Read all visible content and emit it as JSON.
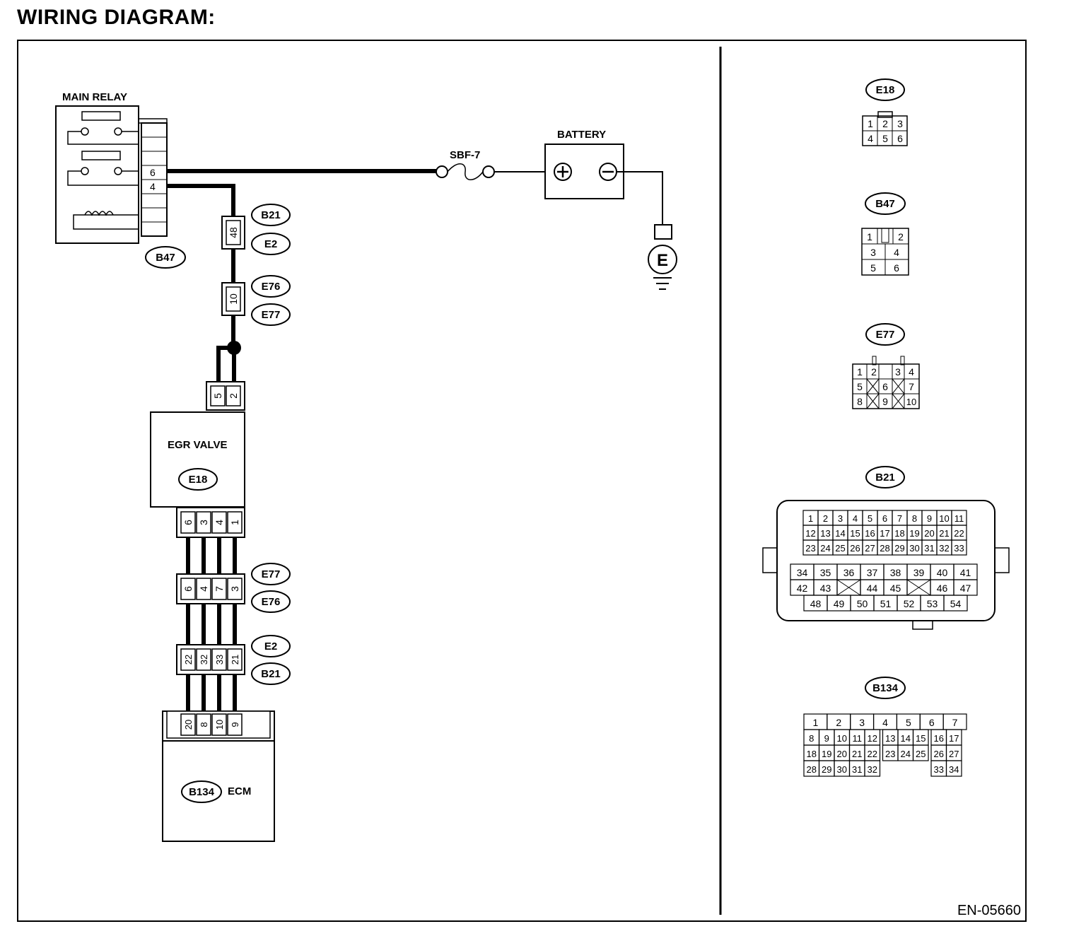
{
  "page_title": "WIRING DIAGRAM:",
  "figure_code": "EN-05660",
  "components": {
    "main_relay": "MAIN RELAY",
    "battery": "BATTERY",
    "fuse": "SBF-7",
    "egr_valve": "EGR VALVE",
    "ecm": "ECM",
    "ground": "E",
    "battery_pos": "+",
    "battery_neg": "−"
  },
  "connector_ids": {
    "B47": "B47",
    "B21": "B21",
    "E2": "E2",
    "E76": "E76",
    "E77": "E77",
    "E18": "E18",
    "B134": "B134"
  },
  "pins": {
    "relay_top": "6",
    "relay_bottom": "4",
    "b21_e2_single": "48",
    "e76_e77_single": "10",
    "egr_supply": [
      "5",
      "2"
    ],
    "egr_bottom": [
      "6",
      "3",
      "4",
      "1"
    ],
    "e77_e76": [
      "6",
      "4",
      "7",
      "3"
    ],
    "e2_b21": [
      "22",
      "32",
      "33",
      "21"
    ],
    "ecm": [
      "20",
      "8",
      "10",
      "9"
    ]
  },
  "connector_faces": {
    "E18": [
      [
        "1",
        "2",
        "3"
      ],
      [
        "4",
        "5",
        "6"
      ]
    ],
    "B47": [
      [
        "1",
        "",
        "2"
      ],
      [
        "3",
        "4"
      ],
      [
        "5",
        "6"
      ]
    ],
    "E77": [
      [
        "1",
        "2",
        "3",
        "4"
      ],
      [
        "5",
        "6",
        "7"
      ],
      [
        "8",
        "9",
        "10"
      ]
    ],
    "B21_top": [
      [
        "1",
        "2",
        "3",
        "4",
        "5",
        "6",
        "7",
        "8",
        "9",
        "10",
        "11"
      ],
      [
        "12",
        "13",
        "14",
        "15",
        "16",
        "17",
        "18",
        "19",
        "20",
        "21",
        "22"
      ],
      [
        "23",
        "24",
        "25",
        "26",
        "27",
        "28",
        "29",
        "30",
        "31",
        "32",
        "33"
      ]
    ],
    "B21_bottom": [
      [
        "34",
        "35",
        "36",
        "37",
        "38",
        "39",
        "40",
        "41"
      ],
      [
        "42",
        "43",
        "44",
        "45",
        "46",
        "47"
      ],
      [
        "48",
        "49",
        "50",
        "51",
        "52",
        "53",
        "54"
      ]
    ],
    "B134": [
      [
        "1",
        "2",
        "3",
        "4",
        "5",
        "6",
        "7"
      ],
      [
        "8",
        "9",
        "10",
        "11",
        "12",
        "13",
        "14",
        "15",
        "16",
        "17"
      ],
      [
        "18",
        "19",
        "20",
        "21",
        "22",
        "23",
        "24",
        "25",
        "26",
        "27"
      ],
      [
        "28",
        "29",
        "30",
        "31",
        "32",
        "33",
        "34"
      ]
    ]
  }
}
